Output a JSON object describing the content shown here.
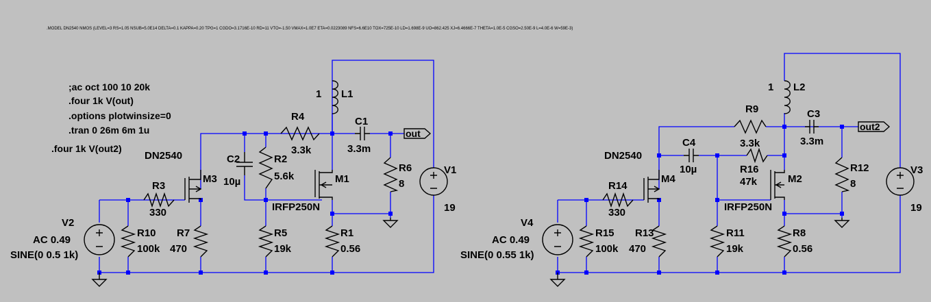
{
  "model_line": ".MODEL DN2540 NMOS (LEVEL=3 RS=1.05 NSUB=5.0E14 DELTA=0.1 KAPPA=0.20 TPG=1 CGDO=3.1716E-10 RD=11 VTO=-1.50 VMAX=1.0E7 ETA=0.0223089 NFS=6.6E10 TOX=725E-10 LD=1.698E-9 UO=862.425 XJ=6.4666E-7 THETA=1.0E-5 CGSO=2.50E-9 L=4.0E-6 W=59E-3)",
  "directives": {
    "ac": ";ac oct 100 10 20k",
    "four1": ".four 1k V(out)",
    "options": ".options plotwinsize=0",
    "tran": ".tran 0 26m 6m 1u",
    "four2": ".four 1k V(out2)"
  },
  "left": {
    "M3": {
      "name": "M3",
      "model": "DN2540"
    },
    "M1": {
      "name": "M1",
      "model": "IRFP250N"
    },
    "L1": {
      "name": "L1",
      "value": "1"
    },
    "C1": {
      "name": "C1",
      "value": "3.3m"
    },
    "C2": {
      "name": "C2",
      "value": "10µ"
    },
    "R1": {
      "name": "R1",
      "value": "0.56"
    },
    "R2": {
      "name": "R2",
      "value": "5.6k"
    },
    "R3": {
      "name": "R3",
      "value": "330"
    },
    "R4": {
      "name": "R4",
      "value": "3.3k"
    },
    "R5": {
      "name": "R5",
      "value": "19k"
    },
    "R6": {
      "name": "R6",
      "value": "8"
    },
    "R7": {
      "name": "R7",
      "value": "470"
    },
    "R10": {
      "name": "R10",
      "value": "100k"
    },
    "V1": {
      "name": "V1",
      "value": "19"
    },
    "V2": {
      "name": "V2",
      "ac": "AC 0.49",
      "sine": "SINE(0 0.5 1k)"
    },
    "port": "out"
  },
  "right": {
    "M4": {
      "name": "M4",
      "model": "DN2540"
    },
    "M2": {
      "name": "M2",
      "model": "IRFP250N"
    },
    "L2": {
      "name": "L2",
      "value": "1"
    },
    "C3": {
      "name": "C3",
      "value": "3.3m"
    },
    "C4": {
      "name": "C4",
      "value": "10µ"
    },
    "R8": {
      "name": "R8",
      "value": "0.56"
    },
    "R9": {
      "name": "R9",
      "value": "3.3k"
    },
    "R11": {
      "name": "R11",
      "value": "19k"
    },
    "R12": {
      "name": "R12",
      "value": "8"
    },
    "R13": {
      "name": "R13",
      "value": "470"
    },
    "R14": {
      "name": "R14",
      "value": "330"
    },
    "R15": {
      "name": "R15",
      "value": "100k"
    },
    "R16": {
      "name": "R16",
      "value": "47k"
    },
    "V3": {
      "name": "V3",
      "value": "19"
    },
    "V4": {
      "name": "V4",
      "ac": "AC 0.49",
      "sine": "SINE(0 0.55 1k)"
    },
    "port": "out2"
  },
  "colors": {
    "background": "#c0c0c0",
    "wire": "#0000ff",
    "component": "#000000"
  }
}
